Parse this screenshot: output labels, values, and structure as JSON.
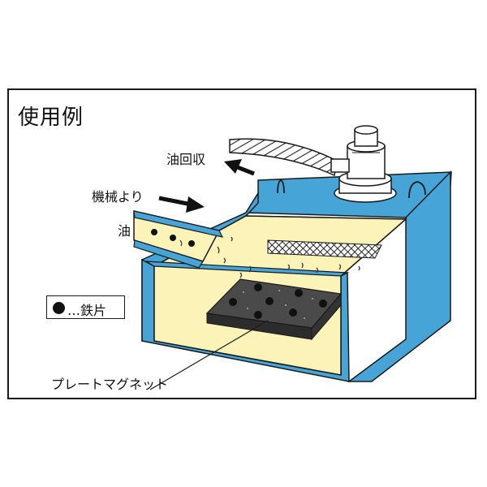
{
  "title": "使用例",
  "labels": {
    "oil_return": "油回収",
    "from_machine": "機械より",
    "oil": "油",
    "plate_magnet": "プレートマグネット"
  },
  "legend": {
    "marker_text": "…鉄片"
  },
  "colors": {
    "tank": "#46a5d6",
    "oil": "#fbf3b8",
    "magnet": "#4a4a4a",
    "outline": "#1a1a1a"
  }
}
